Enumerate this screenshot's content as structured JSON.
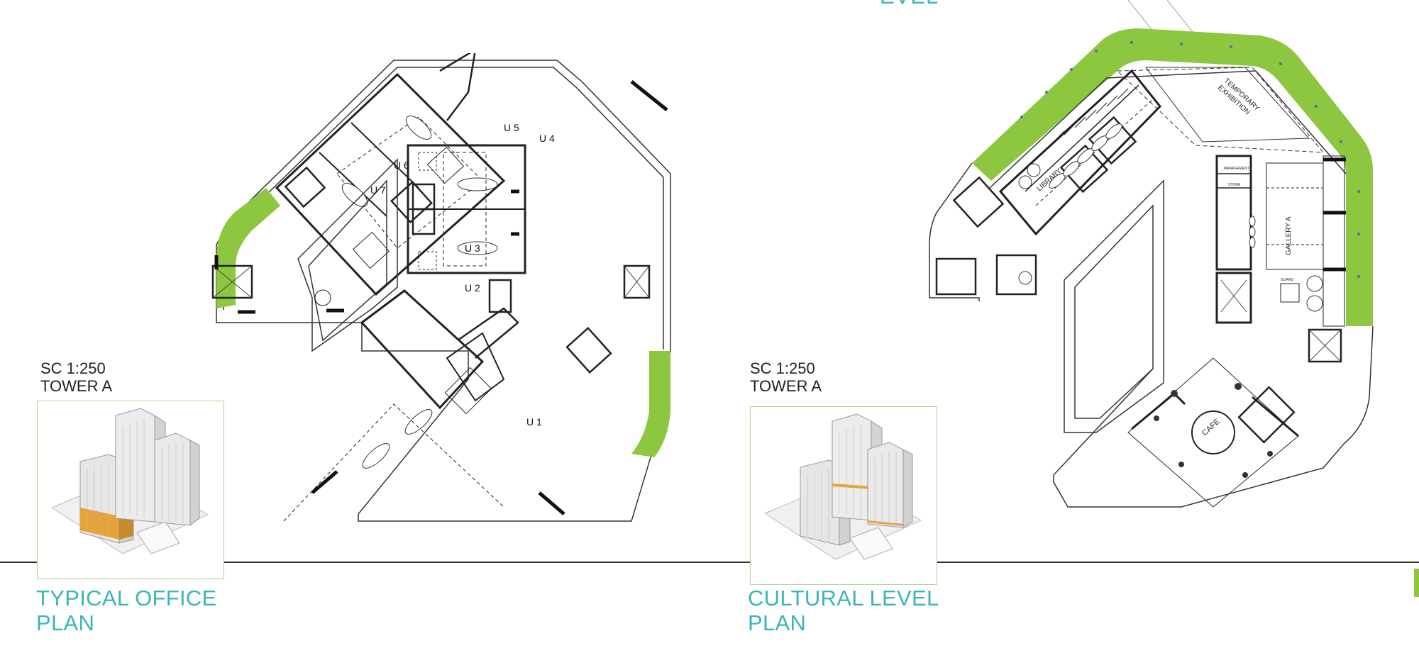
{
  "top_clip_text": "EVEL",
  "left": {
    "scale": "SC 1:250",
    "tower": "TOWER A",
    "title_line1": "TYPICAL OFFICE",
    "title_line2": "PLAN",
    "units": [
      "U 1",
      "U 2",
      "U 3",
      "U 4",
      "U 5",
      "U 6",
      "U 7"
    ]
  },
  "right": {
    "scale": "SC 1:250",
    "tower": "TOWER A",
    "title_line1": "CULTURAL LEVEL",
    "title_line2": "PLAN",
    "rooms": {
      "temp_exhibition_1": "TEMPORARY",
      "temp_exhibition_2": "EXHIBITION",
      "library": "LIBRARY",
      "gallery": "GALLERY A",
      "cafe": "CAFE",
      "management": "MANAGEMENT",
      "store": "STORE",
      "guard": "GUARD"
    }
  },
  "colors": {
    "accent_teal": "#3bb5b8",
    "green_landscape": "#8dc63f",
    "thumb_border": "#b5d38f",
    "highlight_orange": "#e8a23a",
    "line": "#222222"
  }
}
